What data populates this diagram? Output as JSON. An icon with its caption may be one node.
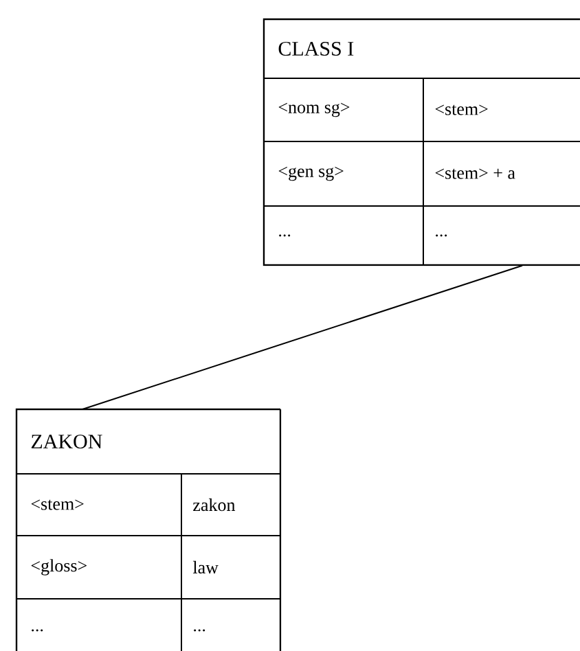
{
  "diagram": {
    "nodes": [
      {
        "text": [
          "CLASS I",
          "<nom sg>",
          "<stem>",
          "<gen sg>",
          "<stem> + a",
          "...",
          "..."
        ]
      },
      {
        "text": [
          "ZAKON",
          "<stem>",
          "zakon",
          "<gloss>",
          "law",
          "...",
          "..."
        ]
      }
    ],
    "edges": [
      {
        "from": 1,
        "to": 0,
        "arrow": "none"
      }
    ]
  }
}
